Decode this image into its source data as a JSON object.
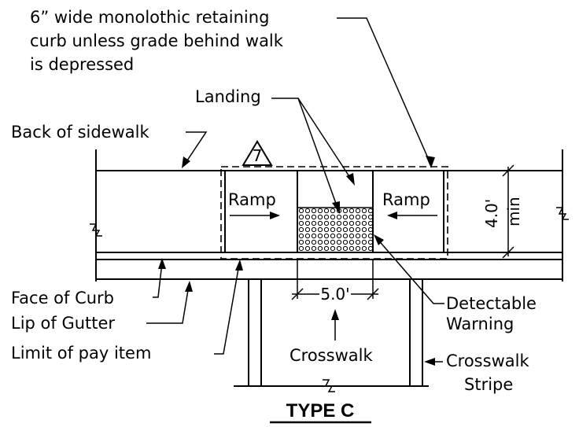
{
  "notes": {
    "curb_note_line1": "6” wide monolothic retaining",
    "curb_note_line2": "curb unless grade behind walk",
    "curb_note_line3": "is depressed"
  },
  "labels": {
    "landing": "Landing",
    "back_of_sidewalk": "Back of sidewalk",
    "ramp_left": "Ramp",
    "ramp_right": "Ramp",
    "min_width_value": "4.0'",
    "min_width_suffix": "min",
    "face_of_curb": "Face of Curb",
    "lip_of_gutter": "Lip of Gutter",
    "limit_of_pay_item": "Limit of pay item",
    "landing_width": "5.0'",
    "detectable_line1": "Detectable",
    "detectable_line2": "Warning",
    "crosswalk": "Crosswalk",
    "crosswalk_stripe_line1": "Crosswalk",
    "crosswalk_stripe_line2": "Stripe",
    "revision_number": "7"
  },
  "title": "TYPE C"
}
